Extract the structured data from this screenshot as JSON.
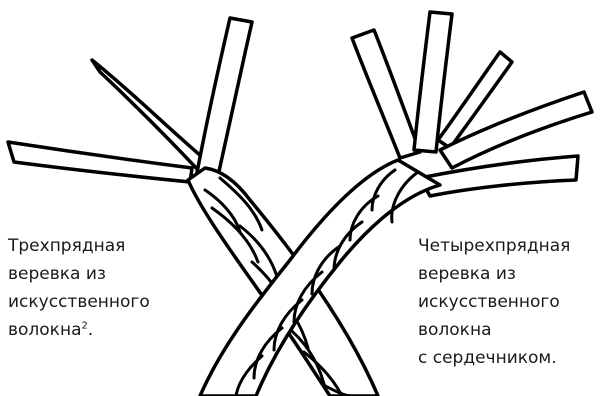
{
  "colors": {
    "ink": "#000000",
    "fill": "#ffffff"
  },
  "captions": {
    "three_strand": {
      "line1": "Трехпрядная",
      "line2": "веревка из",
      "line3": "искусственного",
      "line4": "волокна",
      "footnote": "2",
      "line4_end": "."
    },
    "four_strand": {
      "line1": "Четырехпрядная",
      "line2": "веревка из",
      "line3": "искусственного",
      "line4": "волокна",
      "line5": "с сердечником."
    }
  }
}
